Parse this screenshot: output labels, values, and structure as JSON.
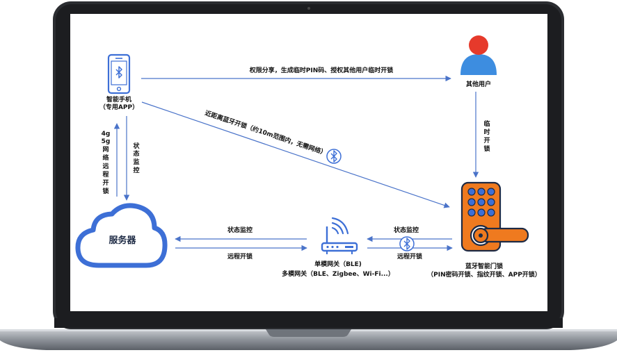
{
  "colors": {
    "accent": "#3d6fd6",
    "orange": "#ef7a1f",
    "red": "#e63a2b",
    "laptop_frame": "#2b2d31",
    "laptop_base": "#9aa0a8"
  },
  "nodes": {
    "phone": {
      "label1": "智能手机",
      "label2": "（专用APP）"
    },
    "user": {
      "label": "其他用户"
    },
    "server": {
      "label": "服务器"
    },
    "gateway": {
      "label1": "单模网关（BLE)",
      "label2": "多模网关（BLE、Zigbee、Wi-Fi...）"
    },
    "lock": {
      "label1": "蓝牙智能门锁",
      "label2": "（PIN密码开锁、指纹开锁、APP开锁）"
    }
  },
  "edges": {
    "phone_to_user": "权限分享，生成临时PIN码、授权其他用户临时开锁",
    "phone_to_lock": "近距离蓝牙开锁（约10m范围内，无需网络）",
    "server_to_phone": [
      "4g",
      "5g",
      "网",
      "络",
      "远",
      "程",
      "开",
      "锁"
    ],
    "phone_monitor": [
      "状",
      "态",
      "监",
      "控"
    ],
    "user_to_lock": [
      "临",
      "时",
      "开",
      "锁"
    ],
    "gateway_to_server_top": "状态监控",
    "server_to_gateway_bottom": "远程开锁",
    "lock_to_gateway_top": "状态监控",
    "gateway_to_lock_bottom": "远程开锁"
  },
  "icons": {
    "phone": "smartphone-bluetooth-icon",
    "user": "user-icon",
    "server": "cloud-icon",
    "gateway": "router-wifi-icon",
    "lock": "keypad-door-lock-icon",
    "bluetooth": "bluetooth-icon"
  }
}
